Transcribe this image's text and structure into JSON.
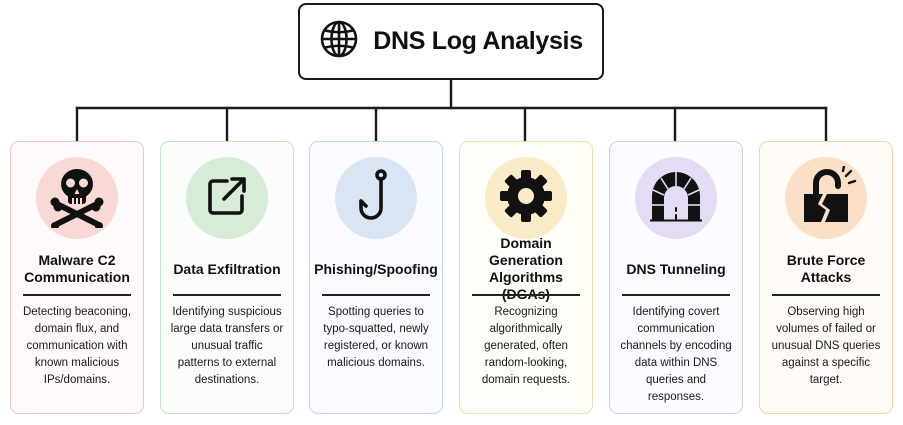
{
  "root": {
    "title": "DNS Log Analysis",
    "icon": "globe-icon"
  },
  "cards": [
    {
      "title": "Malware C2 Communication",
      "description": "Detecting beaconing, domain flux, and communication with known malicious IPs/domains.",
      "icon": "skull-crossbones-icon",
      "border": "#f0c7c1",
      "bg": "#fffafa",
      "circle": "#f9d9d6"
    },
    {
      "title": "Data Exfiltration",
      "description": "Identifying suspicious large data transfers or unusual traffic patterns to external destinations.",
      "icon": "external-link-icon",
      "border": "#c6e2c7",
      "bg": "#fafdf9",
      "circle": "#d7ecd6"
    },
    {
      "title": "Phishing/Spoofing",
      "description": "Spotting queries to typo-squatted, newly registered, or known malicious domains.",
      "icon": "fishing-hook-icon",
      "border": "#c3d6ee",
      "bg": "#f9fbff",
      "circle": "#d9e5f5"
    },
    {
      "title": "Domain Generation Algorithms (DGAs)",
      "description": "Recognizing algorithmically generated, often random-looking, domain requests.",
      "icon": "gear-icon",
      "border": "#f0ddb0",
      "bg": "#fffdf8",
      "circle": "#faebc9"
    },
    {
      "title": "DNS Tunneling",
      "description": "Identifying covert communication channels by encoding data within DNS queries and responses.",
      "icon": "tunnel-icon",
      "border": "#d5cbee",
      "bg": "#fcfbff",
      "circle": "#e4dcf5"
    },
    {
      "title": "Brute Force Attacks",
      "description": "Observing high volumes of failed or unusual DNS queries against a specific target.",
      "icon": "broken-lock-icon",
      "border": "#f3d3b4",
      "bg": "#fffbf7",
      "circle": "#fbe0c8"
    }
  ]
}
